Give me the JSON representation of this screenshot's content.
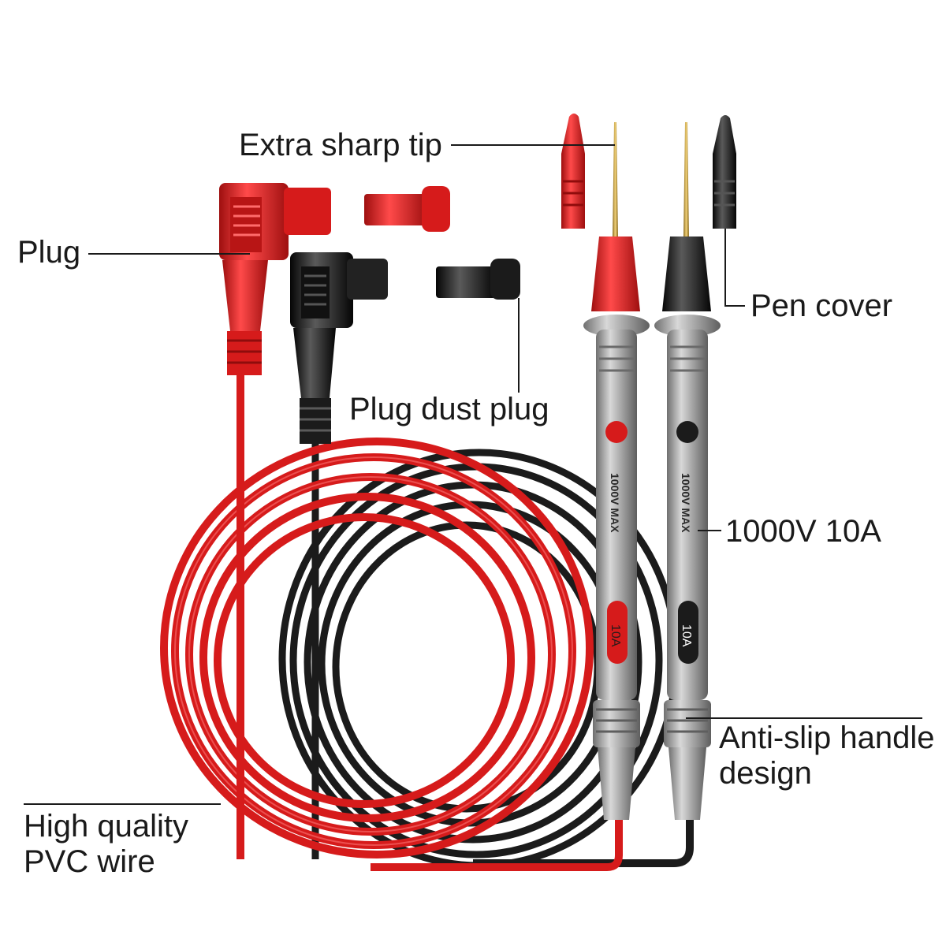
{
  "labels": {
    "extra_sharp_tip": "Extra sharp tip",
    "plug": "Plug",
    "pen_cover": "Pen cover",
    "plug_dust_plug": "Plug dust plug",
    "rating": "1000V 10A",
    "anti_slip_line1": "Anti-slip handle",
    "anti_slip_line2": "design",
    "pvc_line1": "High quality",
    "pvc_line2": "PVC wire"
  },
  "probe_markings": {
    "rating_text": "1000V MAX",
    "current_badge": "10A"
  },
  "colors": {
    "red_lead": "#d91c1c",
    "black_lead": "#1c1c1c",
    "handle_grey": "#9a9a9a",
    "tip_gold": "#c9a13a",
    "text": "#1a1a1a"
  }
}
